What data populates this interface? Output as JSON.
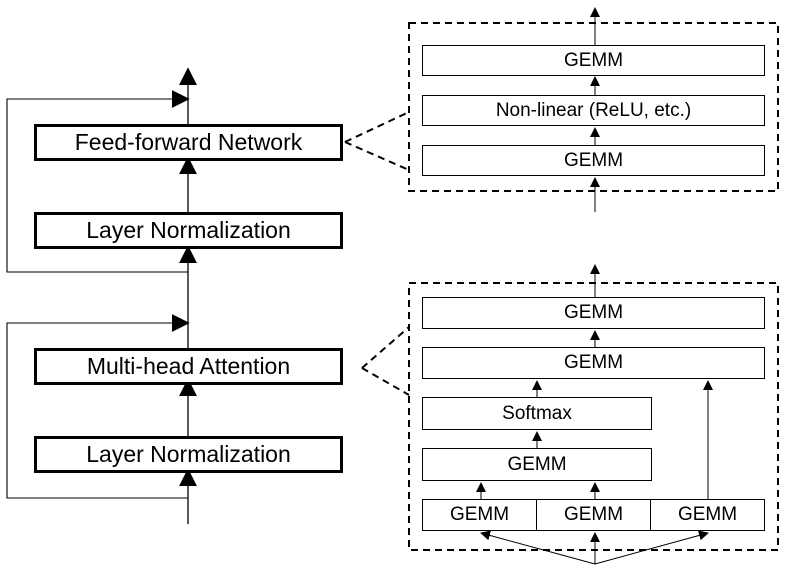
{
  "main_stack": {
    "feed_forward": "Feed-forward Network",
    "layer_norm_top": "Layer Normalization",
    "multi_head_attention": "Multi-head Attention",
    "layer_norm_bottom": "Layer Normalization"
  },
  "ffn_detail": {
    "gemm_top": "GEMM",
    "nonlinear": "Non-linear (ReLU, etc.)",
    "gemm_bottom": "GEMM"
  },
  "attention_detail": {
    "gemm_output": "GEMM",
    "gemm_value": "GEMM",
    "softmax": "Softmax",
    "gemm_score": "GEMM",
    "gemm_q": "GEMM",
    "gemm_k": "GEMM",
    "gemm_v": "GEMM"
  },
  "colors": {
    "stroke": "#000000",
    "background": "#ffffff"
  }
}
